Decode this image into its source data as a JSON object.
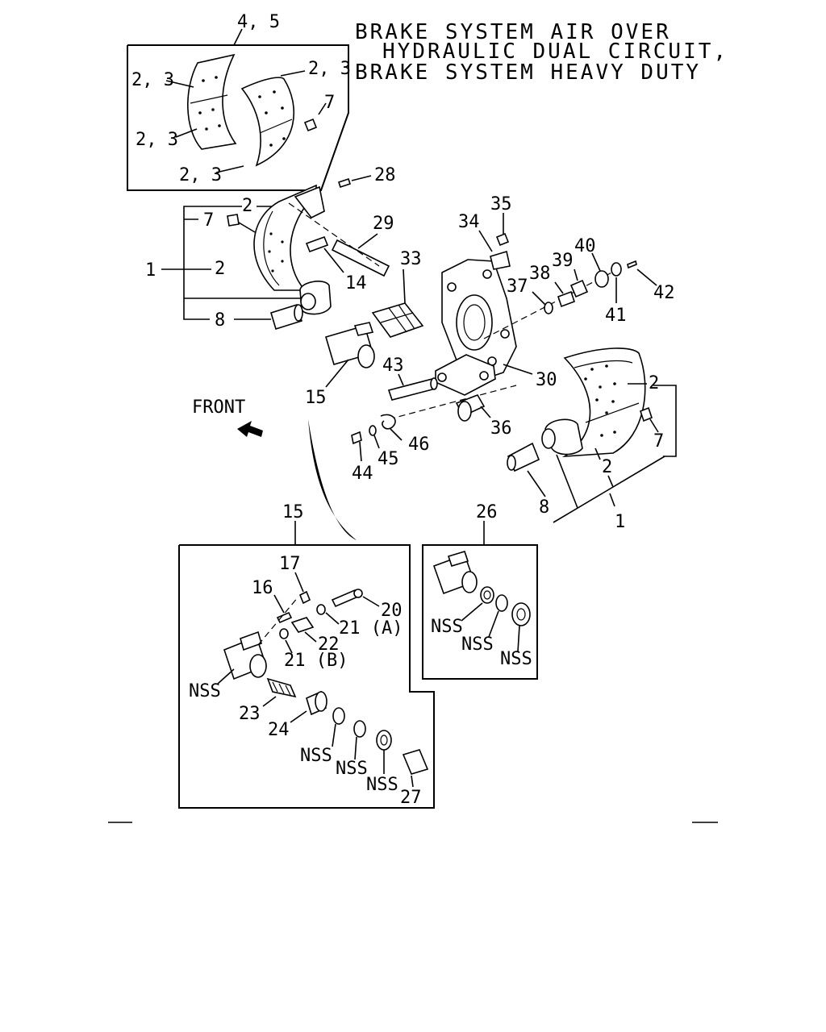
{
  "title_lines": [
    "BRAKE SYSTEM AIR OVER",
    "HYDRAULIC DUAL CIRCUIT,",
    "BRAKE SYSTEM HEAVY DUTY"
  ],
  "front_label": "FRONT",
  "callouts": {
    "c45": "4, 5",
    "c23a": "2, 3",
    "c23b": "2, 3",
    "c23c": "2, 3",
    "c23d": "2, 3",
    "c7a": "7",
    "c28": "28",
    "c2a": "2",
    "c7b": "7",
    "c2b": "2",
    "c1a": "1",
    "c8a": "8",
    "c29": "29",
    "c14": "14",
    "c33": "33",
    "c34": "34",
    "c35": "35",
    "c40": "40",
    "c39": "39",
    "c38": "38",
    "c37": "37",
    "c41": "41",
    "c42": "42",
    "c15a": "15",
    "c43": "43",
    "c30": "30",
    "c2c": "2",
    "c36": "36",
    "c7c": "7",
    "c46": "46",
    "c45b": "45",
    "c44": "44",
    "c2d": "2",
    "c8b": "8",
    "c1b": "1",
    "c15b": "15",
    "c17": "17",
    "c16": "16",
    "c20": "20",
    "c21a": "21 (A)",
    "c22": "22",
    "c21b": "21 (B)",
    "cnss1": "NSS",
    "c23": "23",
    "c24": "24",
    "cnss2": "NSS",
    "cnss3": "NSS",
    "cnss4": "NSS",
    "c27": "27",
    "c26": "26",
    "cnss5": "NSS",
    "cnss6": "NSS",
    "cnss7": "NSS"
  }
}
